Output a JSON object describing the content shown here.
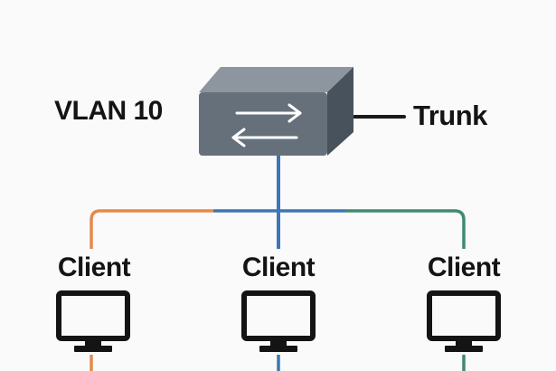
{
  "diagram": {
    "vlan_label": "VLAN 10",
    "trunk_label": "Trunk",
    "clients": [
      {
        "label": "Client",
        "link_color": "#e48a4a"
      },
      {
        "label": "Client",
        "link_color": "#3d76b3"
      },
      {
        "label": "Client",
        "link_color": "#3f8a72"
      }
    ],
    "switch": {
      "icon": "network-switch-icon",
      "body_color": "#616c78",
      "arrows_icon": "bidirectional-arrows-icon"
    },
    "colors": {
      "background": "#fafafa",
      "trunk_line": "#1a1a1a",
      "monitor": "#141414"
    }
  }
}
